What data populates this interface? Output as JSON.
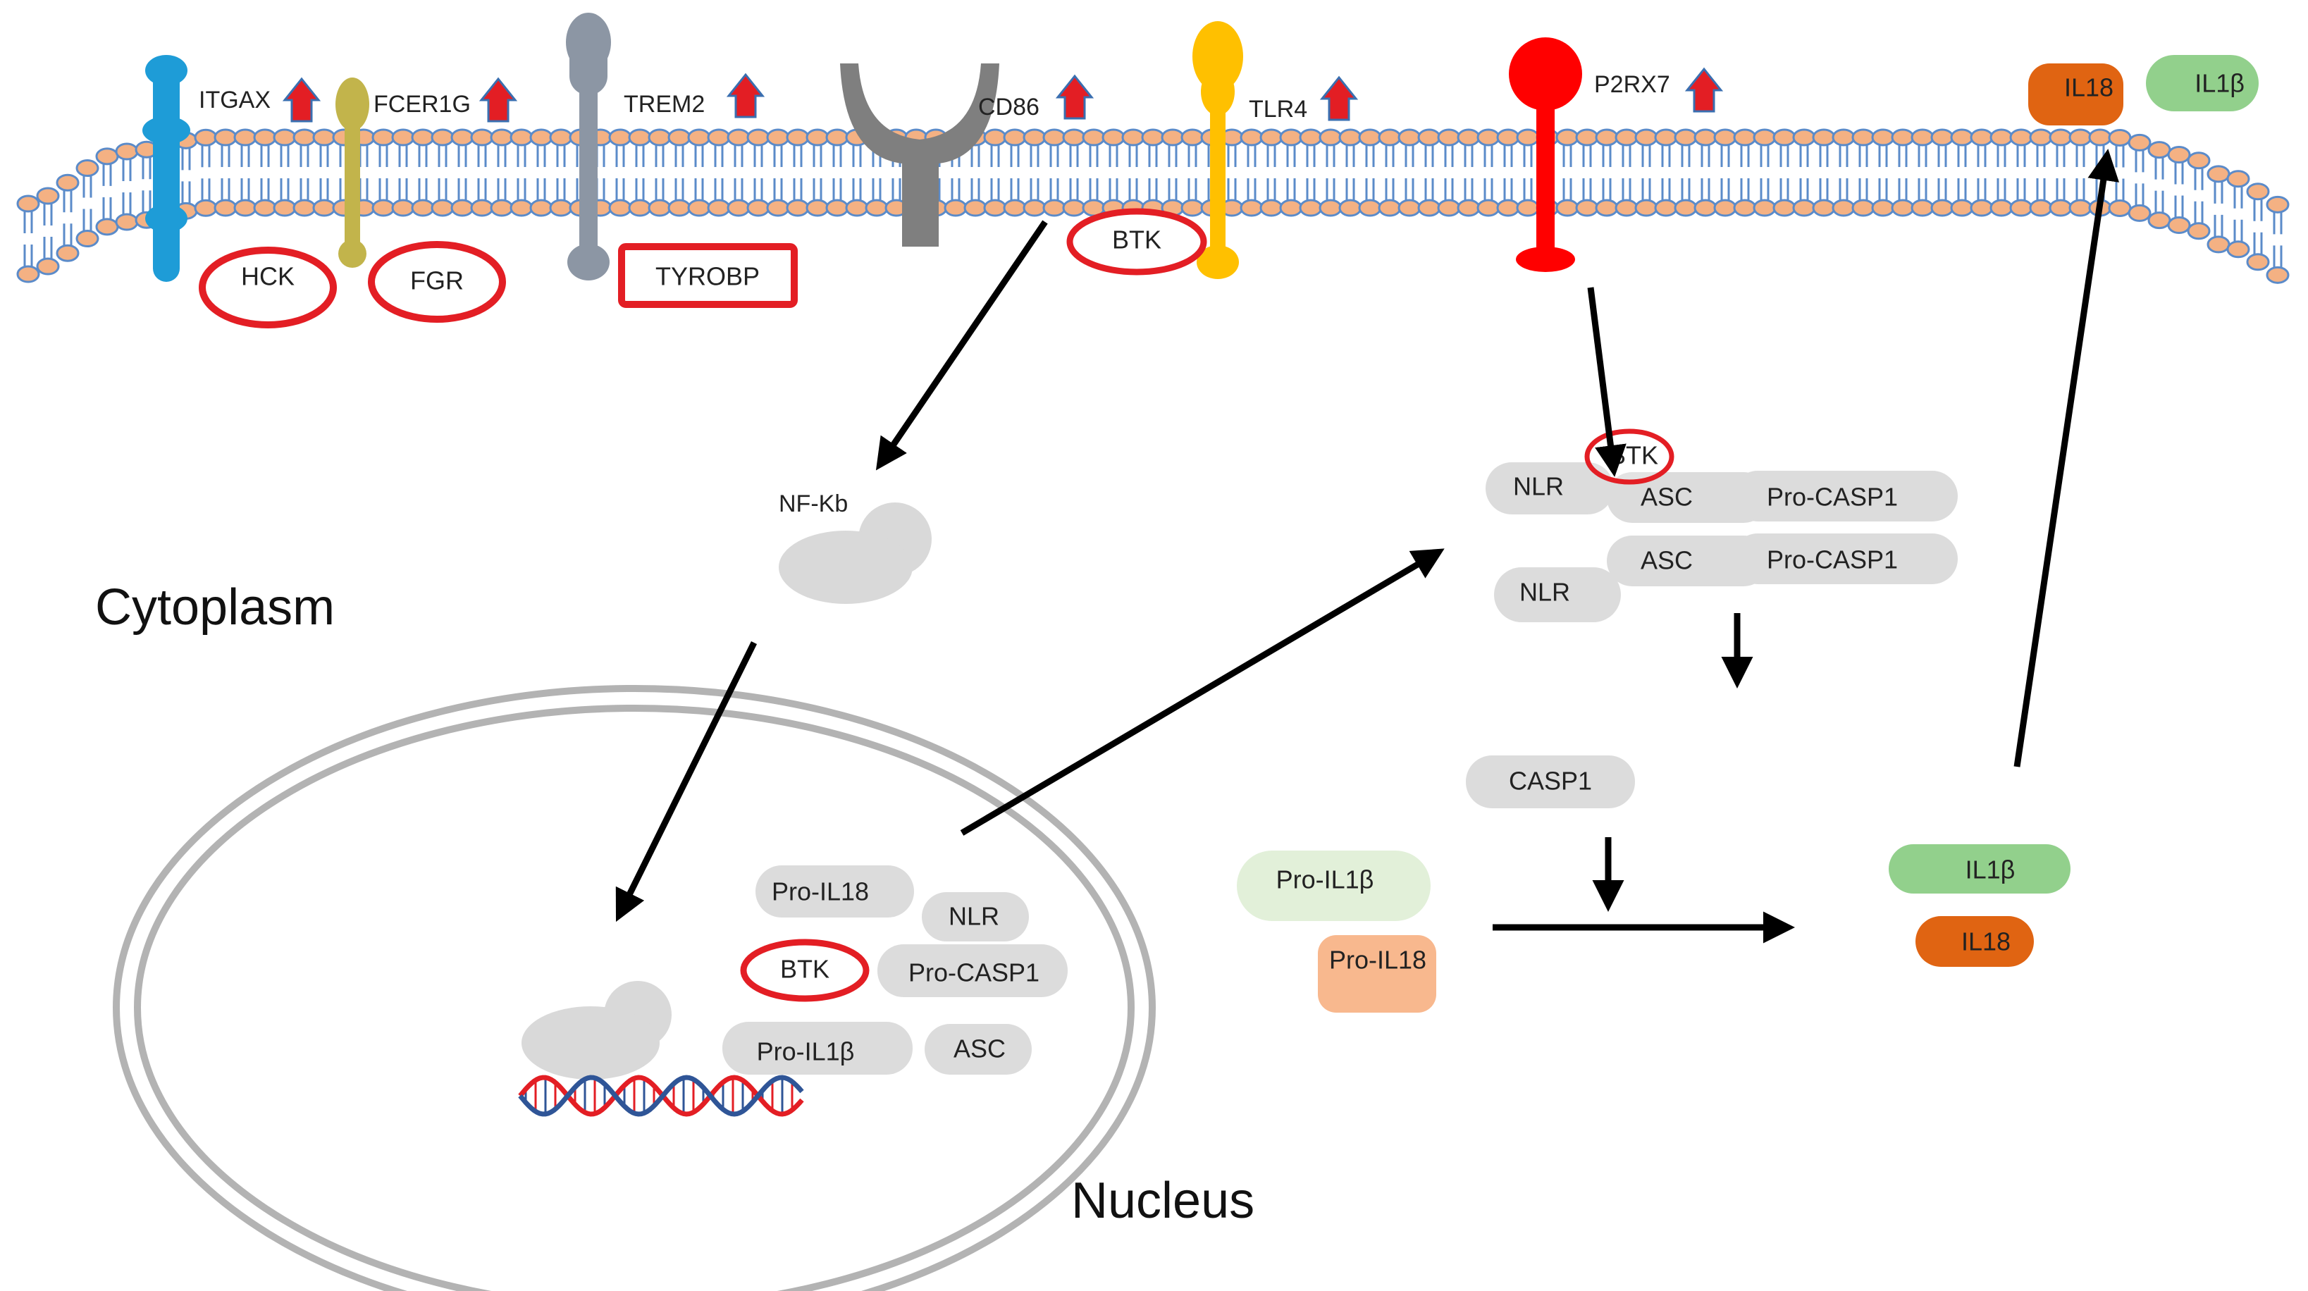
{
  "diagram": {
    "compartments": {
      "cytoplasm": "Cytoplasm",
      "nucleus": "Nucleus"
    },
    "receptors": {
      "itgax": "ITGAX",
      "fcer1g": "FCER1G",
      "trem2": "TREM2",
      "cd86": "CD86",
      "tlr4": "TLR4",
      "p2rx7": "P2RX7"
    },
    "membrane_proteins": {
      "hck": "HCK",
      "fgr": "FGR",
      "tyrobp": "TYROBP",
      "btk_membrane": "BTK"
    },
    "cytoplasm": {
      "nfkb": "NF-Kb",
      "inflammasome_1": {
        "btk": "BTK",
        "nlr": "NLR",
        "asc": "ASC",
        "pro_casp1": "Pro-CASP1"
      },
      "inflammasome_2": {
        "nlr": "NLR",
        "asc": "ASC",
        "pro_casp1": "Pro-CASP1"
      },
      "casp1": "CASP1",
      "pro_il1b": "Pro-IL1β",
      "pro_il18": "Pro-IL18",
      "il1b": "IL1β",
      "il18": "IL18"
    },
    "nucleus_items": {
      "pro_il18": "Pro-IL18",
      "nlr": "NLR",
      "btk": "BTK",
      "pro_casp1": "Pro-CASP1",
      "pro_il1b": "Pro-IL1β",
      "asc": "ASC"
    },
    "secreted": {
      "il18": "IL18",
      "il1b": "IL1β"
    },
    "colors": {
      "up_arrow": "#e31e24",
      "up_arrow_outline": "#3a6fb0",
      "highlight_ring": "#e31e24",
      "protein_gray": "#dcdcdc",
      "lipid_head": "#f4b183",
      "lipid_outline": "#5b8bc9",
      "il1b_green": "#92d08c",
      "il18_orange": "#e06412",
      "pro_il1b_green": "#e2f0d9",
      "pro_il18_orange": "#f8b88e",
      "itgax_blue": "#1e9cd7",
      "fcer1g_olive": "#c2b44b",
      "trem2_gray": "#8c96a4",
      "cd86_gray": "#7f7f7f",
      "tlr4_yellow": "#ffc000",
      "p2rx7_red": "#ff0000"
    }
  }
}
